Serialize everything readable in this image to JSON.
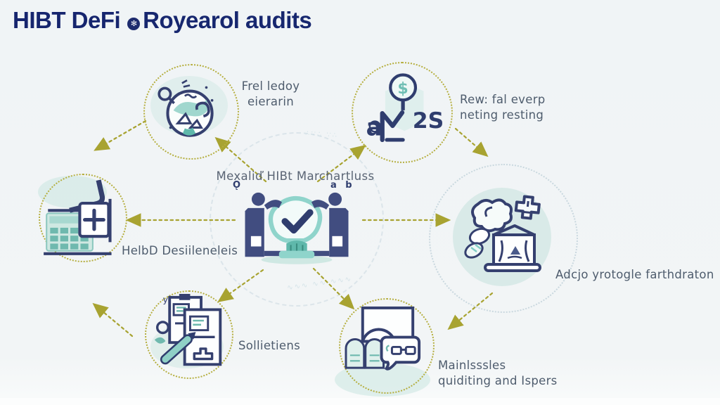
{
  "title": {
    "part1": "HIBT DeFi",
    "badge_glyph": "✻",
    "part2": "Royearol audits"
  },
  "center": {
    "heading": "Mexaliď HIBt Marchartluss",
    "glyph_left": "Ǫ",
    "glyph_right": "a b"
  },
  "nodes": {
    "top_left": {
      "line1": "Frel ledoy",
      "line2": "eierarin"
    },
    "top_right": {
      "line1": "Rew: fal everp",
      "line2": "neting resting"
    },
    "left": {
      "line1": "HelbD Desiileneleis"
    },
    "right": {
      "line1": "Adcjo yrotogle farthdraton"
    },
    "bottom_left": {
      "line1": "Sollietiens"
    },
    "bottom_right": {
      "line1": "Mainlsssles",
      "line2": "quiditing and Ispers"
    }
  },
  "icon_glyphs": {
    "coin_symbol": "$",
    "m_text": "2S",
    "gear_letter": "a",
    "doc_letter": "y"
  },
  "icons": [
    "globe-search-icon",
    "coin-growth-icon",
    "calculator-audit-icon",
    "handshake-check-icon",
    "laptop-protocol-icon",
    "documents-pen-icon",
    "monitor-chat-icon",
    "registered-badge-icon"
  ],
  "colors": {
    "background": "#f1f4f6",
    "title": "#16256e",
    "label": "#4e5c6d",
    "navy": "#35406f",
    "teal": "#7fccc3",
    "light_teal": "#d9eae8",
    "olive": "#a8a331"
  }
}
